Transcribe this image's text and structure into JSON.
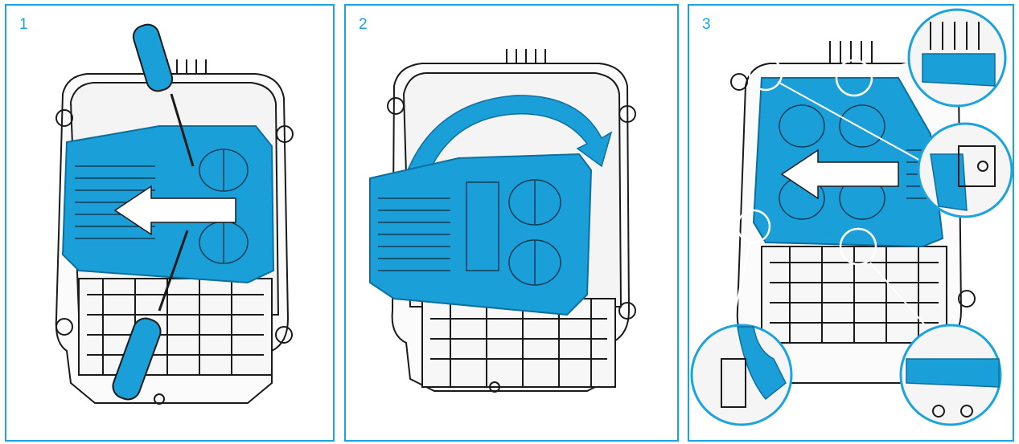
{
  "steps": [
    {
      "number": "1",
      "title": "",
      "icon": "screwdriver-release-icon"
    },
    {
      "number": "2",
      "title": "",
      "icon": "rotate-tray-icon"
    },
    {
      "number": "3",
      "title": "",
      "icon": "latch-detail-icon"
    }
  ],
  "colors": {
    "accent": "#1aa3dc",
    "tray": "#1b9fd8",
    "tray_dark": "#0d6f9c",
    "line": "#1a1a1a",
    "arrow": "#ffffff"
  }
}
